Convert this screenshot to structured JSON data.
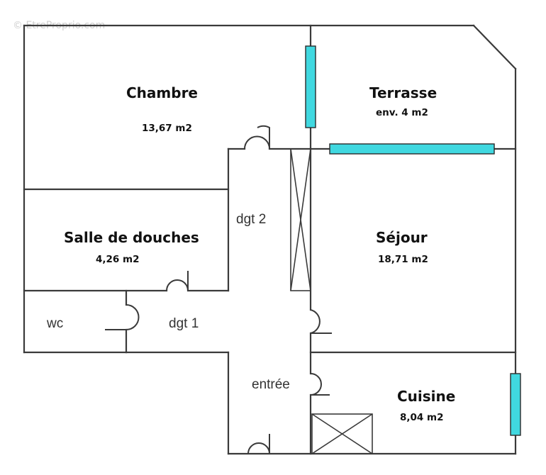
{
  "watermark": "© EtreProprio.com",
  "rooms": {
    "chambre": {
      "name": "Chambre",
      "area": "13,67 m2"
    },
    "terrasse": {
      "name": "Terrasse",
      "area": "env. 4 m2"
    },
    "salle_de_douches": {
      "name": "Salle de douches",
      "area": "4,26 m2"
    },
    "sejour": {
      "name": "Séjour",
      "area": "18,71 m2"
    },
    "cuisine": {
      "name": "Cuisine",
      "area": "8,04 m2"
    },
    "dgt2": {
      "name": "dgt 2"
    },
    "dgt1": {
      "name": "dgt 1"
    },
    "wc": {
      "name": "wc"
    },
    "entree": {
      "name": "entrée"
    }
  },
  "colors": {
    "window": "#40d8e0",
    "wall": "#3a3a3a"
  }
}
